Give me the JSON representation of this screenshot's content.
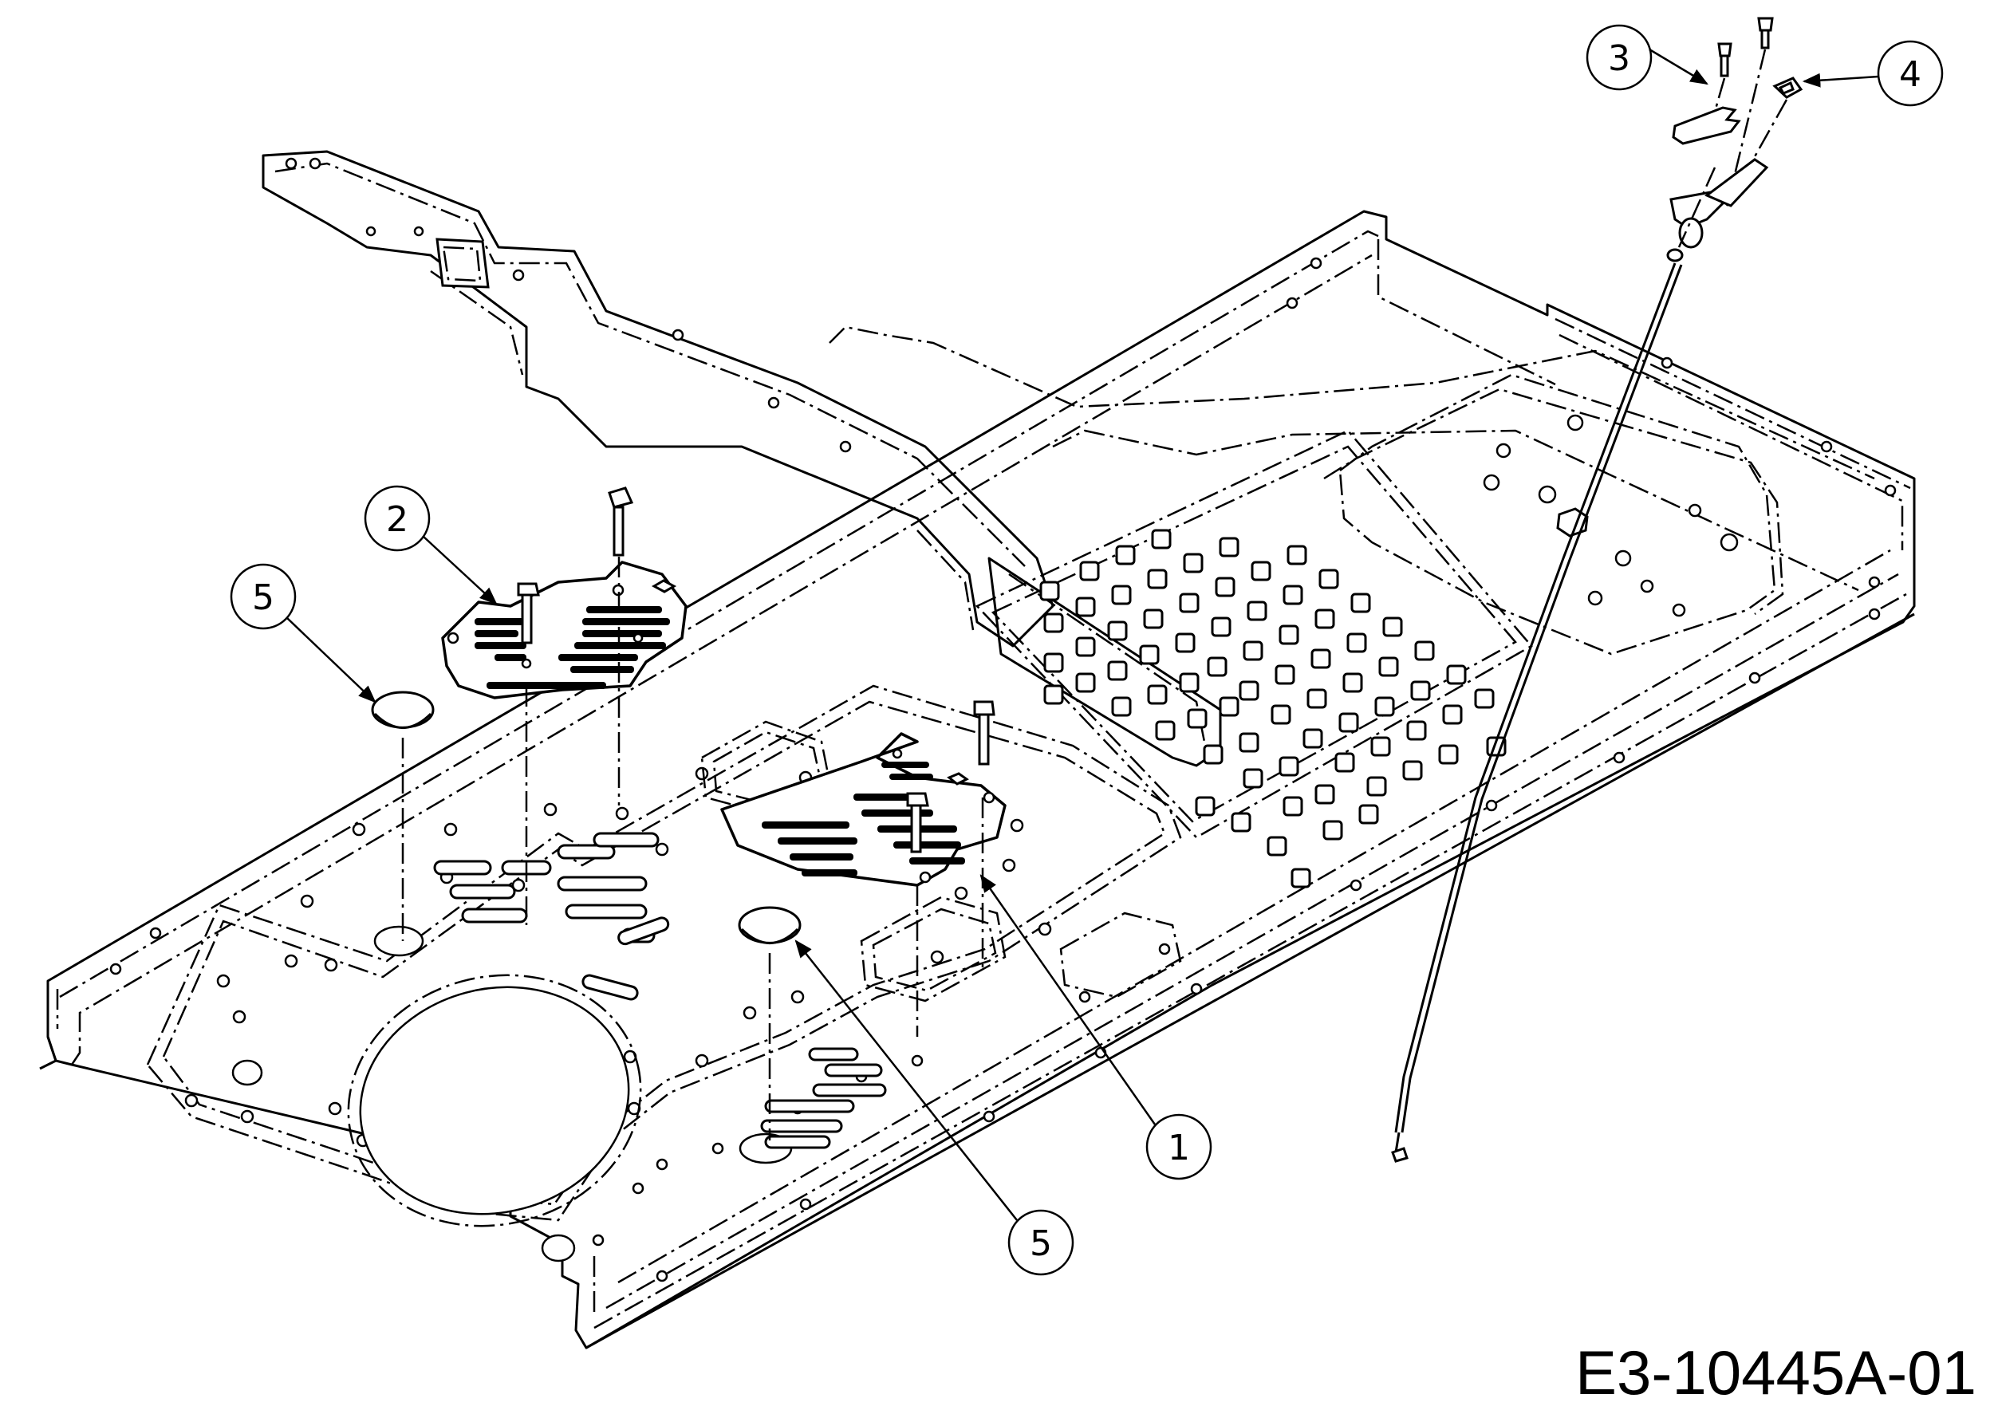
{
  "diagram": {
    "callouts": [
      "1",
      "2",
      "3",
      "4",
      "5",
      "5"
    ],
    "code": "E3-10445A-01"
  }
}
